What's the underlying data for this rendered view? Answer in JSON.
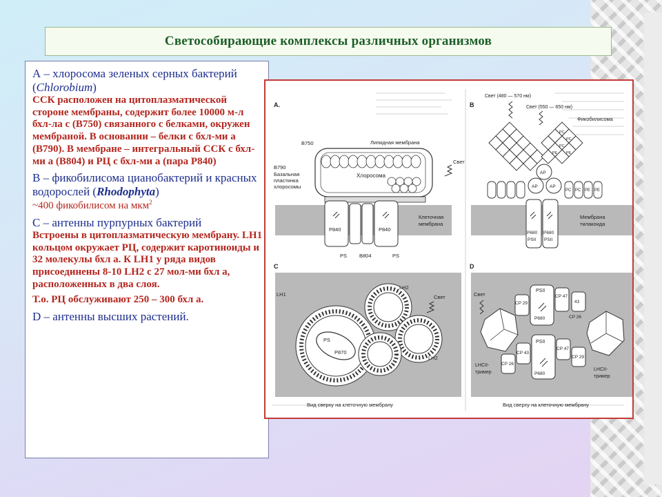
{
  "title": "Светособирающие комплексы  различных организмов",
  "text": {
    "a_title_1": "А – хлоросома зеленых серных бактерий (",
    "a_title_italic": "Chlorobium",
    "a_title_2": ")",
    "a_desc": "ССК расположен на цитоплазматической стороне мембраны, содержит более 10000 м-л бхл-ла с (В750) связанного с белками, окружен мембраной.   В основании – белки с бхл-ми а (В790). В мембране – интегральный ССК с бхл-ми а (В804) и РЦ с бхл-ми а (пара Р840)",
    "b_title_1": "В – фикобилисома цианобактерий и красных водорослей (",
    "b_title_italic": "Rhodophyta",
    "b_title_2": ")",
    "b_desc": "~400 фикобилисом на мкм",
    "b_desc_sup": "2",
    "c_title": "С – антенны пурпурных бактерий",
    "c_desc": "Встроены в цитоплазматическую мембрану. LH1 кольцом окружает РЦ, содержит каротиноиды и 32 молекулы бхл а. К LH1 у ряда видов присоединены 8-10 LH2 с 27 мол-ми бхл а, расположенных в два слоя.",
    "c_desc2": "Т.о. РЦ обслуживают 250 – 300 бхл а.",
    "d_title": "D – антенны высших растений."
  },
  "diagram": {
    "panel_a": {
      "letter": "A.",
      "b750": "B750",
      "lipid_membrane": "Липидная мембрана",
      "b790": "B790",
      "basal_plate_1": "Базальная",
      "basal_plate_2": "пластинка",
      "basal_plate_3": "хлоросомы",
      "chlorosome": "Хлоросома",
      "light": "Свет",
      "cell_membrane_1": "Клеточная",
      "cell_membrane_2": "мембрана",
      "p840_left": "P840",
      "p840_right": "P840",
      "ps_left": "PS",
      "b804": "B804",
      "ps_right": "PS"
    },
    "panel_b": {
      "letter": "B",
      "light_1": "Свет (480 — 570 нм)",
      "light_2": "Свет (550 — 650 нм)",
      "phycobilisome": "Фикобилисома",
      "pc_labels": [
        "PC",
        "PC",
        "PC",
        "PE",
        "PE"
      ],
      "ap_top": "AP",
      "ap_left": "AP",
      "ap_right": "AP",
      "pc_row": [
        "PC",
        "PC",
        "PE",
        "PE"
      ],
      "p680_left": "P680",
      "p680_right": "P680",
      "psii_left": "PSII",
      "psii_right": "PSII",
      "thylakoid_1": "Мембрана",
      "thylakoid_2": "тилакоида"
    },
    "panel_c": {
      "letter": "C",
      "lh1": "LH1",
      "lh2_top": "LH2",
      "lh2_bottom": "LH2",
      "light": "Свет",
      "ps": "PS",
      "p870": "P870",
      "caption": "Вид сверху на клеточную мембрану"
    },
    "panel_d": {
      "letter": "D",
      "light": "Свет",
      "psii_top": "PSII",
      "psii_mid": "PSII",
      "cp29_top": "CP 29",
      "cp47_top": "CP 47",
      "cp43_top": "43",
      "cp26_top": "CP 26",
      "p680_top": "P680",
      "cp43_mid": "CP 43",
      "cp47_mid": "CP 47",
      "cp29_mid": "CP 29",
      "cp26_mid": "CP 26",
      "p680_mid": "P680",
      "lhcii_left_1": "LHCII-",
      "lhcii_left_2": "тример",
      "lhcii_right_1": "LHCII-",
      "lhcii_right_2": "тример",
      "caption": "Вид сверху на клеточную мембрану"
    }
  }
}
